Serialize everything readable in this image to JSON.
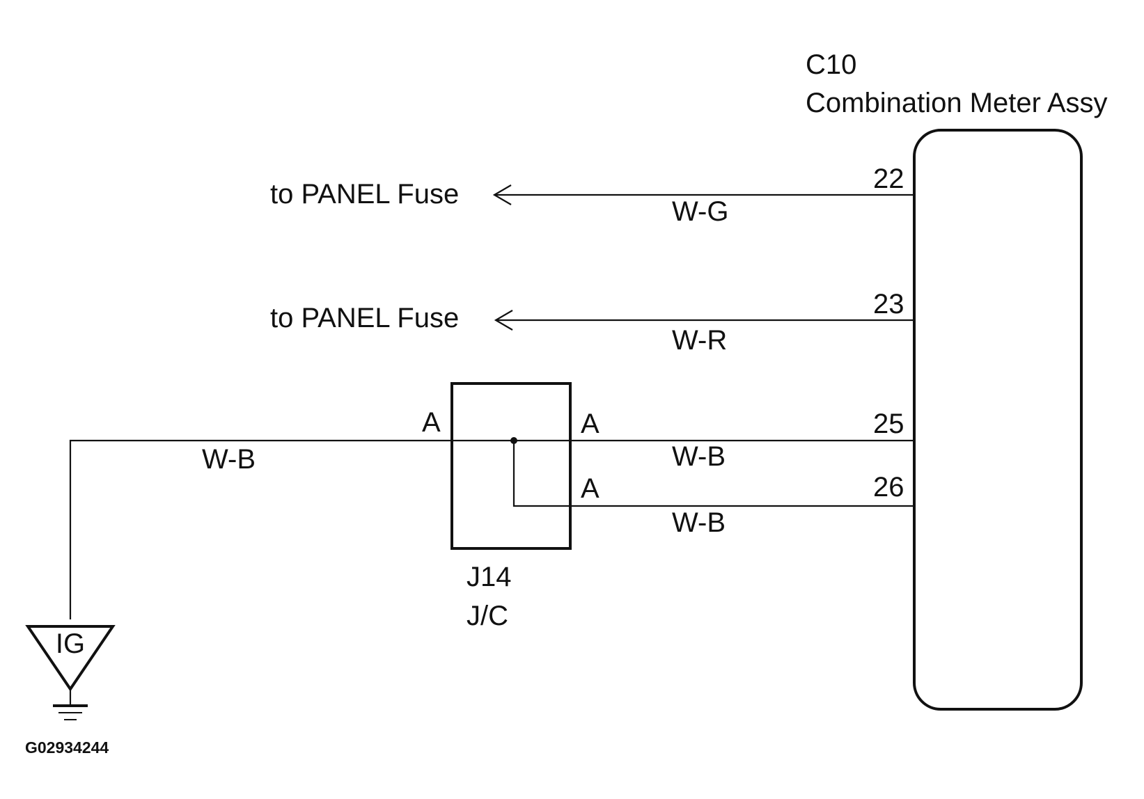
{
  "meter": {
    "code": "C10",
    "name": "Combination Meter Assy",
    "pins": [
      "22",
      "23",
      "25",
      "26"
    ]
  },
  "fuse_labels": [
    "to PANEL Fuse",
    "to PANEL Fuse"
  ],
  "wires": {
    "w22": "W-G",
    "w23": "W-R",
    "w25": "W-B",
    "w26": "W-B",
    "ground": "W-B"
  },
  "junction": {
    "code": "J14",
    "name": "J/C",
    "left_connector": "A",
    "right_connector_upper": "A",
    "right_connector_lower": "A"
  },
  "ground": {
    "label": "IG"
  },
  "figure_id": "G02934244"
}
